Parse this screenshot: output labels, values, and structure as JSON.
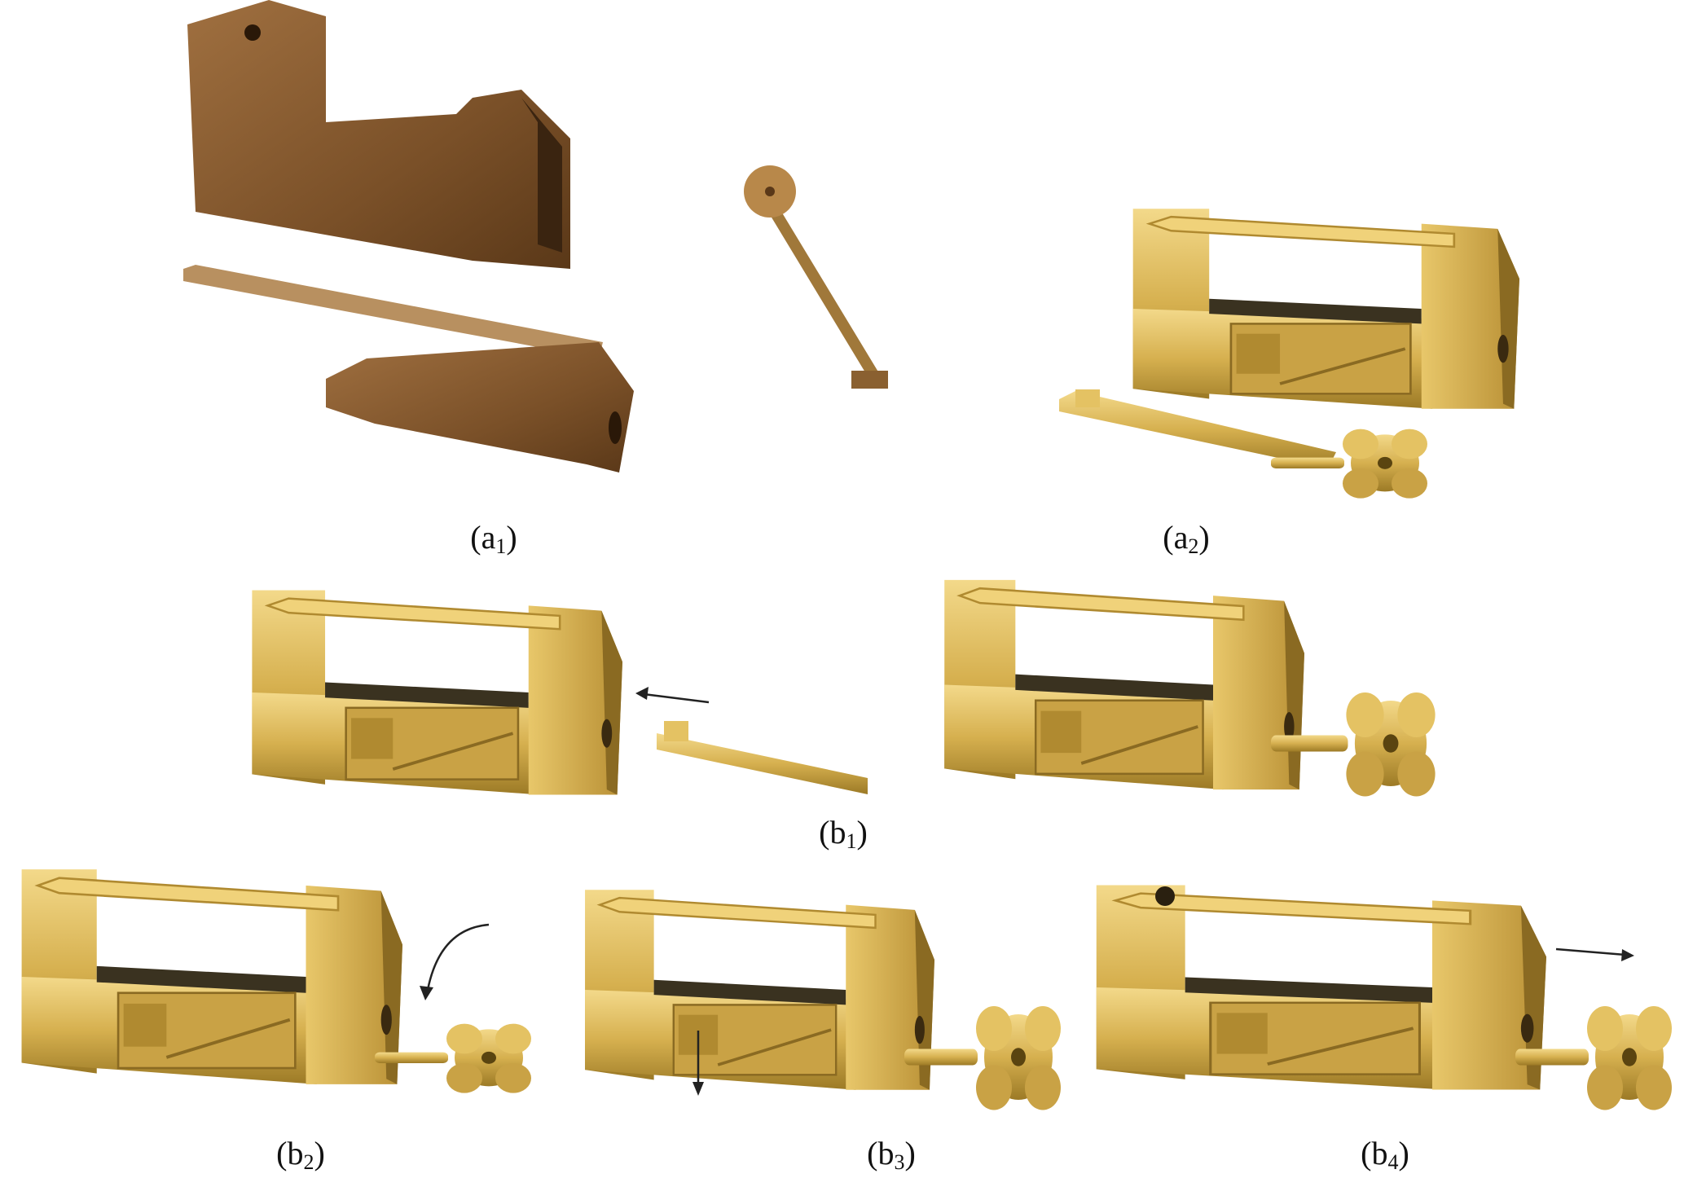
{
  "figure": {
    "panels": [
      {
        "id": "a1",
        "open": "(a",
        "sub": "1",
        "close": ")"
      },
      {
        "id": "a2",
        "open": "(a",
        "sub": "2",
        "close": ")"
      },
      {
        "id": "b1",
        "open": "(b",
        "sub": "1",
        "close": ")"
      },
      {
        "id": "b2",
        "open": "(b",
        "sub": "2",
        "close": ")"
      },
      {
        "id": "b3",
        "open": "(b",
        "sub": "3",
        "close": ")"
      },
      {
        "id": "b4",
        "open": "(b",
        "sub": "4",
        "close": ")"
      }
    ],
    "colors": {
      "gold_light": "#f3d98a",
      "gold_mid": "#d6b04f",
      "gold_dark": "#9c7a26",
      "bronze_light": "#a07040",
      "bronze_dark": "#5a3818",
      "arrow": "#222222"
    }
  }
}
